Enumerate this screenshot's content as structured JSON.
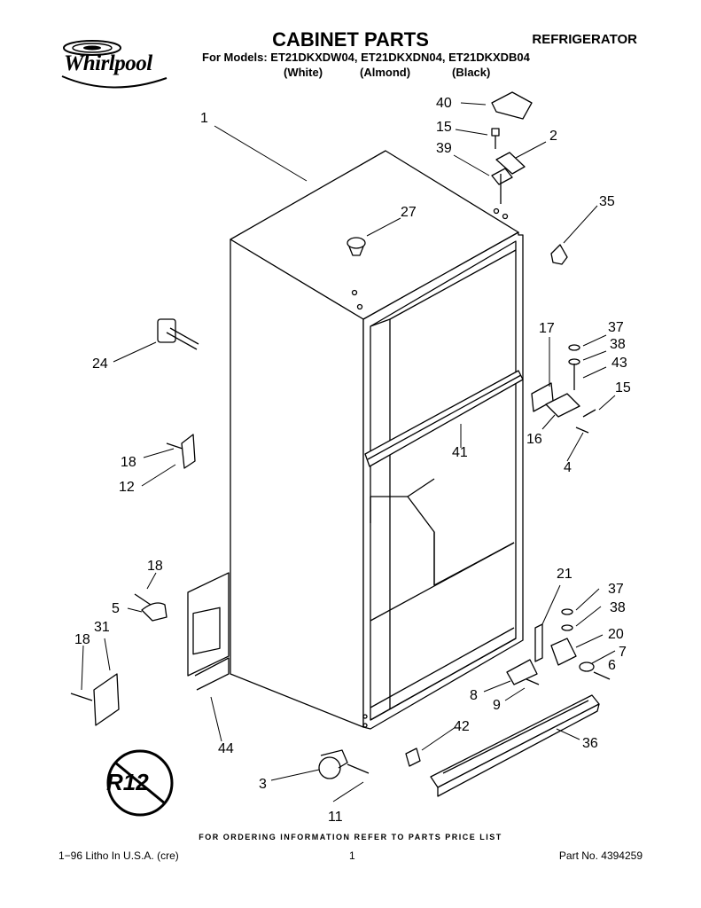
{
  "brand": {
    "name": "Whirlpool"
  },
  "header": {
    "title": "CABINET PARTS",
    "appliance": "REFRIGERATOR",
    "models_line": "For Models: ET21DKXDW04, ET21DKXDN04, ET21DKXDB04",
    "variants": [
      "(White)",
      "(Almond)",
      "(Black)"
    ]
  },
  "callouts": [
    "1",
    "2",
    "3",
    "4",
    "5",
    "6",
    "7",
    "8",
    "9",
    "11",
    "12",
    "15",
    "15",
    "16",
    "17",
    "18",
    "18",
    "18",
    "20",
    "21",
    "24",
    "27",
    "31",
    "35",
    "36",
    "37",
    "37",
    "38",
    "38",
    "39",
    "40",
    "41",
    "42",
    "43",
    "44"
  ],
  "symbol": {
    "text": "R12"
  },
  "footer": {
    "note": "FOR ORDERING INFORMATION REFER TO PARTS PRICE LIST",
    "litho": "1−96 Litho In U.S.A. (cre)",
    "page": "1",
    "part_no": "Part No. 4394259"
  }
}
